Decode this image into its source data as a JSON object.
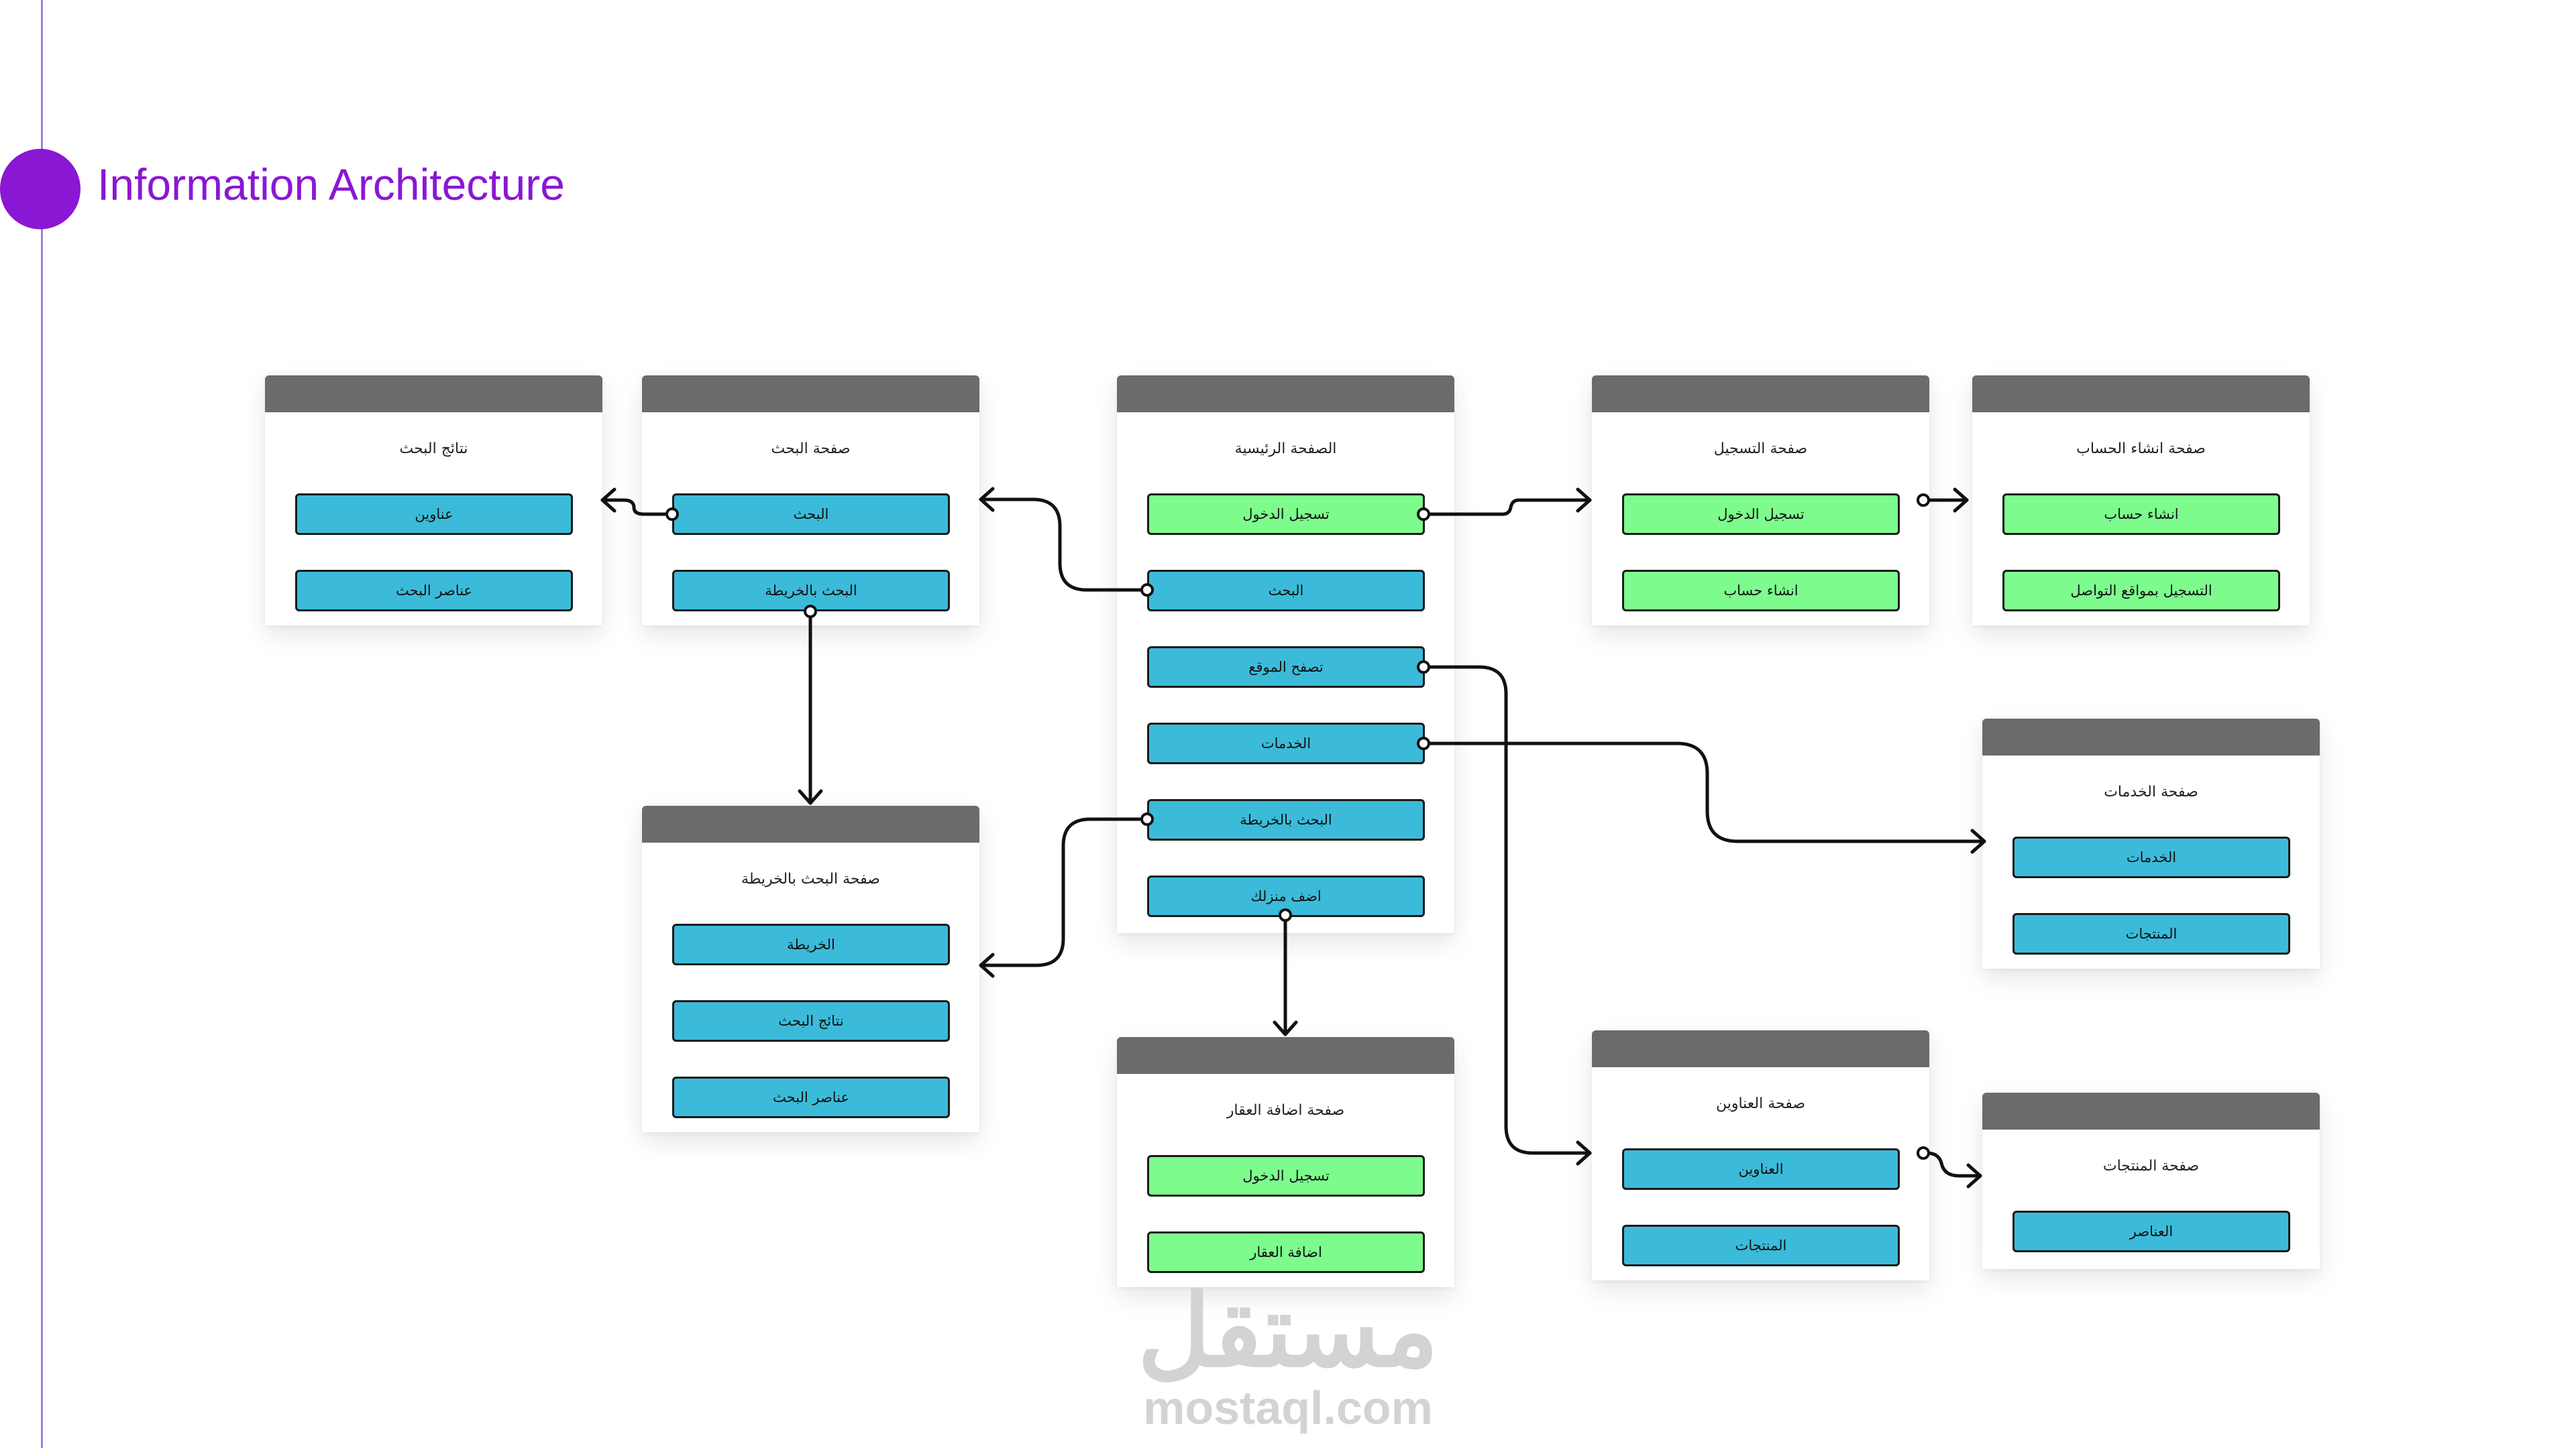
{
  "title": "Information Architecture",
  "colors": {
    "accent": "#8a17d4",
    "header": "#6b6b6b",
    "blue_button": "#3bbbd9",
    "green_button": "#7dfc8d"
  },
  "cards": {
    "search_results": {
      "title": "نتائج البحث",
      "buttons": [
        "عناوين",
        "عناصر البحث"
      ]
    },
    "search_page": {
      "title": "صفحة البحث",
      "buttons": [
        "البحث",
        "البحث بالخريطة"
      ]
    },
    "home": {
      "title": "الصفحة الرئيسية",
      "buttons": [
        "تسجيل الدخول",
        "البحث",
        "تصفح الموقع",
        "الخدمات",
        "البحث بالخريطة",
        "اضف منزلك"
      ]
    },
    "login_page": {
      "title": "صفحة التسجيل",
      "buttons": [
        "تسجيل الدخول",
        "انشاء حساب"
      ]
    },
    "signup_page": {
      "title": "صفحة انشاء الحساب",
      "buttons": [
        "انشاء حساب",
        "التسجيل بمواقع التواصل"
      ]
    },
    "services_page": {
      "title": "صفحة الخدمات",
      "buttons": [
        "الخدمات",
        "المنتجات"
      ]
    },
    "map_search_page": {
      "title": "صفحة البحث بالخريطة",
      "buttons": [
        "الخريطة",
        "نتائج البحث",
        "عناصر البحث"
      ]
    },
    "add_property_page": {
      "title": "صفحة اضافة العقار",
      "buttons": [
        "تسجيل الدخول",
        "اضافة العقار"
      ]
    },
    "addresses_page": {
      "title": "صفحة العناوين",
      "buttons": [
        "العناوين",
        "المنتجات"
      ]
    },
    "products_page": {
      "title": "صفحة المنتجات",
      "buttons": [
        "العناصر"
      ]
    }
  },
  "watermark": {
    "arabic": "مستقل",
    "latin": "mostaql.com"
  }
}
